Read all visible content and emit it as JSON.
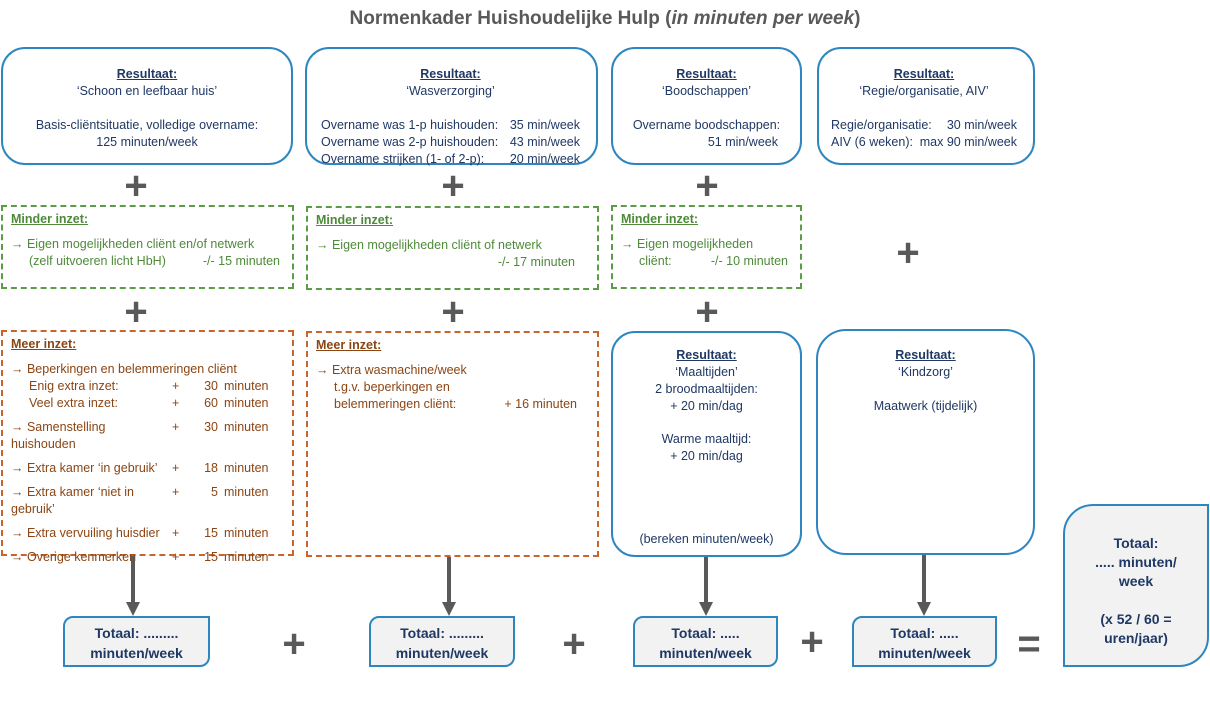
{
  "title": {
    "main": "Normenkader Huishoudelijke Hulp (",
    "italic": "in minuten per week",
    "close": ")"
  },
  "colors": {
    "blue": "#2e86c1",
    "navy": "#1f3864",
    "green": "#5b9c47",
    "orange": "#c9652a",
    "gray": "#595959"
  },
  "operators": {
    "plus": "+",
    "equals": "="
  },
  "results": [
    {
      "header": "Resultaat:",
      "name": "‘Schoon en leefbaar huis’",
      "lines": [
        "Basis-cliëntsituatie, volledige overname:",
        "125 minuten/week"
      ]
    },
    {
      "header": "Resultaat:",
      "name": "‘Wasverzorging’",
      "rows": [
        {
          "label": "Overname was 1-p huishouden:",
          "value": "35 min/week"
        },
        {
          "label": "Overname was 2-p huishouden:",
          "value": "43 min/week"
        },
        {
          "label": "Overname strijken (1- of 2-p):",
          "value": "20 min/week"
        }
      ]
    },
    {
      "header": "Resultaat:",
      "name": "‘Boodschappen’",
      "lines": [
        "Overname boodschappen:",
        "51 min/week"
      ]
    },
    {
      "header": "Resultaat:",
      "name": "‘Regie/organisatie, AIV’",
      "rows": [
        {
          "label": "Regie/organisatie:",
          "value": "30 min/week"
        },
        {
          "label": "AIV (6 weken):",
          "value": "max 90 min/week"
        }
      ]
    },
    {
      "header": "Resultaat:",
      "name": "‘Maaltijden’",
      "lines": [
        "2 broodmaaltijden:",
        "+ 20 min/dag",
        "Warme maaltijd:",
        "+ 20 min/dag",
        "(bereken minuten/week)"
      ]
    },
    {
      "header": "Resultaat:",
      "name": "‘Kindzorg’",
      "lines": [
        "Maatwerk (tijdelijk)"
      ]
    }
  ],
  "minder": [
    {
      "header": "Minder inzet:",
      "line1": "→ Eigen mogelijkheden cliënt en/of netwerk",
      "line2": "(zelf uitvoeren licht HbH)",
      "value": "-/- 15 minuten"
    },
    {
      "header": "Minder inzet:",
      "line1": "→ Eigen mogelijkheden cliënt of netwerk",
      "value": "-/- 17 minuten"
    },
    {
      "header": "Minder inzet:",
      "line1": "→ Eigen mogelijkheden",
      "line2": "cliënt:",
      "value": "-/- 10 minuten"
    }
  ],
  "meer": [
    {
      "header": "Meer inzet:",
      "intro": "→ Beperkingen en belemmeringen cliënt",
      "rows": [
        {
          "label": "Enig extra inzet:",
          "sign": "+",
          "num": "30",
          "unit": "minuten",
          "indent": true
        },
        {
          "label": "Veel extra inzet:",
          "sign": "+",
          "num": "60",
          "unit": "minuten",
          "indent": true
        },
        {
          "label": "→ Samenstelling huishouden",
          "sign": "+",
          "num": "30",
          "unit": "minuten"
        },
        {
          "label": "→ Extra kamer ‘in gebruik’",
          "sign": "+",
          "num": "18",
          "unit": "minuten"
        },
        {
          "label": "→ Extra kamer ‘niet in gebruik’",
          "sign": "+",
          "num": "5",
          "unit": "minuten"
        },
        {
          "label": "→ Extra vervuiling huisdier",
          "sign": "+",
          "num": "15",
          "unit": "minuten"
        },
        {
          "label": "→ Overige kenmerken",
          "sign": "+",
          "num": "15",
          "unit": "minuten"
        }
      ]
    },
    {
      "header": "Meer inzet:",
      "line1": "→ Extra wasmachine/week",
      "line2": "t.g.v. beperkingen en",
      "line3": "belemmeringen cliënt:",
      "value": "+ 16 minuten"
    }
  ],
  "totals": [
    {
      "line1": "Totaal:  .........",
      "line2": "minuten/week"
    },
    {
      "line1": "Totaal:  .........",
      "line2": "minuten/week"
    },
    {
      "line1": "Totaal:  .....",
      "line2": "minuten/week"
    },
    {
      "line1": "Totaal:  .....",
      "line2": "minuten/week"
    }
  ],
  "grand_total": {
    "line1": "Totaal:",
    "line2": "..... minuten/",
    "line3": "week",
    "line4": "(x 52 / 60 =",
    "line5": "uren/jaar)"
  }
}
